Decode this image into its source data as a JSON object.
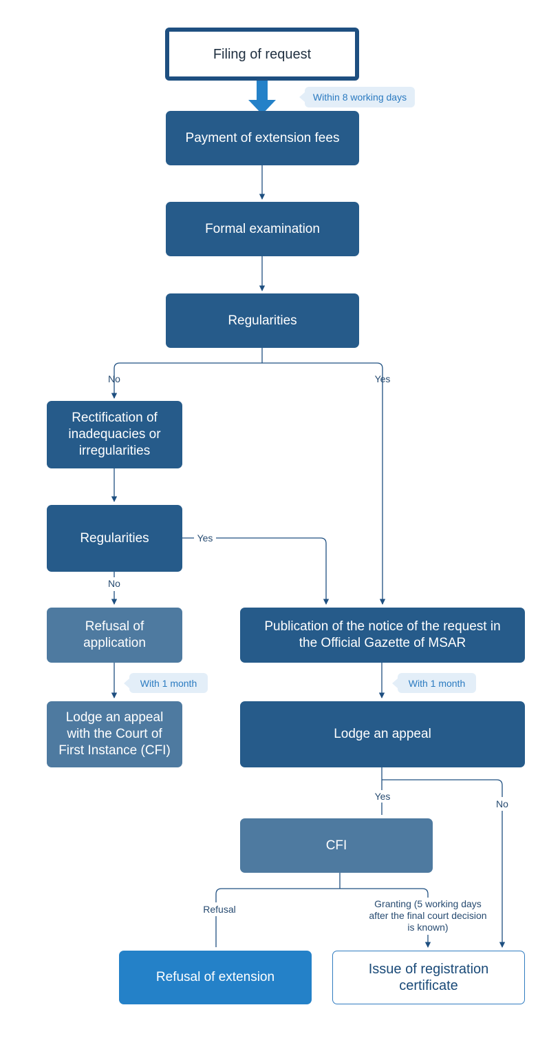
{
  "nodes": {
    "filing": "Filing of request",
    "payment": "Payment of extension fees",
    "formal_exam": "Formal examination",
    "regularities_1": "Regularities",
    "rectification": "Rectification of inadequacies or irregularities",
    "regularities_2": "Regularities",
    "refusal_application": "Refusal of application",
    "lodge_cfi": "Lodge an appeal with the Court of First Instance (CFI)",
    "publication": "Publication of the notice of the request in the Official Gazette of MSAR",
    "lodge_appeal": "Lodge an appeal",
    "cfi": "CFI",
    "refusal_extension": "Refusal of extension",
    "issue_certificate": "Issue of registration certificate"
  },
  "notes": {
    "within_8_days": "Within 8 working days",
    "with_1_month_left": "With 1 month",
    "with_1_month_right": "With 1 month"
  },
  "labels": {
    "no_1": "No",
    "yes_1": "Yes",
    "yes_2": "Yes",
    "no_2": "No",
    "yes_3": "Yes",
    "no_3": "No",
    "refusal": "Refusal",
    "granting": "Granting (5 working days after the final court decision is known)"
  },
  "colors": {
    "dark_box": "#265b8a",
    "mid_box": "#4e7aa0",
    "bright_box": "#2481c8",
    "line": "#1e4f80",
    "note_bg": "#e3eef8",
    "note_text": "#2a7ac0"
  }
}
